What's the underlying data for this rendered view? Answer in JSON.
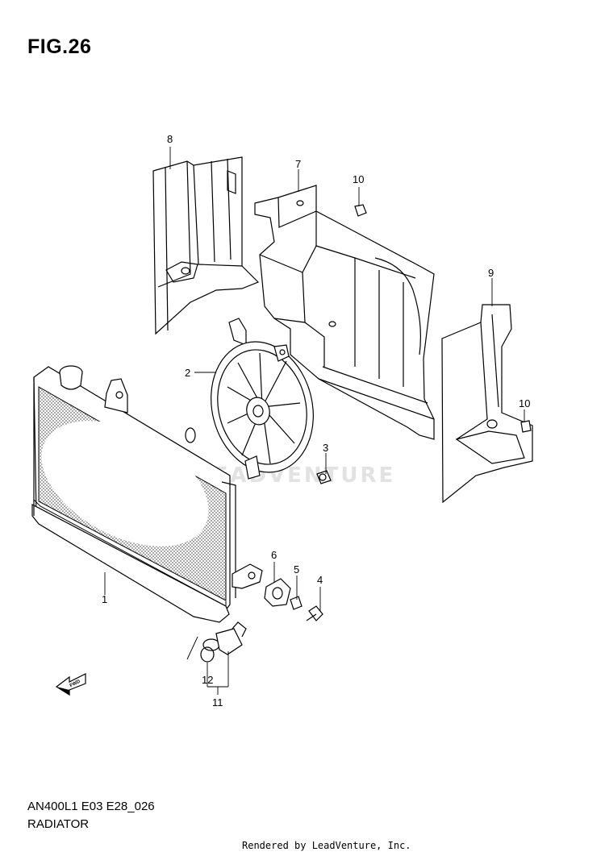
{
  "figure": {
    "title": "FIG.26",
    "model_code": "AN400L1 E03 E28_026",
    "section_name": "RADIATOR",
    "footer": "Rendered by LeadVenture, Inc.",
    "watermark": "LEADVENTURE"
  },
  "direction_arrow": {
    "label": "FWD"
  },
  "callouts": [
    {
      "id": "callout-1",
      "label": "1"
    },
    {
      "id": "callout-2",
      "label": "2"
    },
    {
      "id": "callout-3",
      "label": "3"
    },
    {
      "id": "callout-4",
      "label": "4"
    },
    {
      "id": "callout-5",
      "label": "5"
    },
    {
      "id": "callout-6",
      "label": "6"
    },
    {
      "id": "callout-7",
      "label": "7"
    },
    {
      "id": "callout-8",
      "label": "8"
    },
    {
      "id": "callout-9",
      "label": "9"
    },
    {
      "id": "callout-10a",
      "label": "10"
    },
    {
      "id": "callout-10b",
      "label": "10"
    },
    {
      "id": "callout-11",
      "label": "11"
    },
    {
      "id": "callout-12",
      "label": "12"
    }
  ]
}
